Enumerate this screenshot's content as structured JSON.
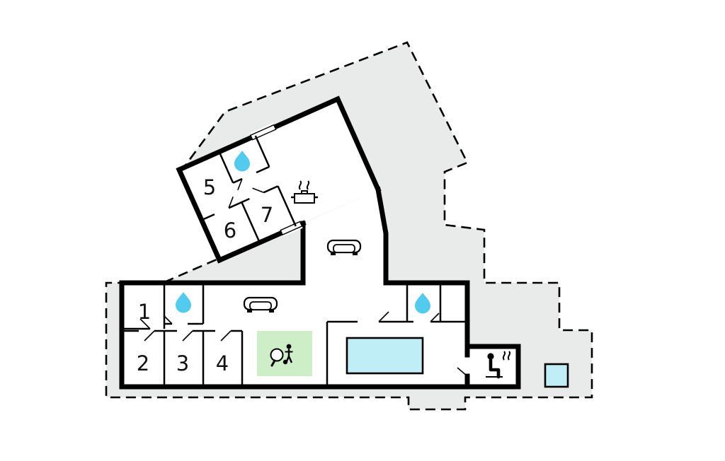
{
  "plan": {
    "type": "vacation-house-floor-plan",
    "rooms": [
      {
        "number": "1"
      },
      {
        "number": "2"
      },
      {
        "number": "3"
      },
      {
        "number": "4"
      },
      {
        "number": "5"
      },
      {
        "number": "6"
      },
      {
        "number": "7"
      }
    ]
  },
  "colors": {
    "lot": "#e9ebea",
    "water": "#53cbee",
    "pool": "#c0eef7",
    "activity": "#cdeec6"
  },
  "icons": {
    "water_drop": "teardrop",
    "sofa": "sofa-top-view",
    "stove": "cooking-pot-with-steam",
    "sauna": "seated-person-with-steam",
    "games": "table-tennis-racket-ball-player",
    "pool": "water-rectangle",
    "hot_tub": "water-square"
  }
}
